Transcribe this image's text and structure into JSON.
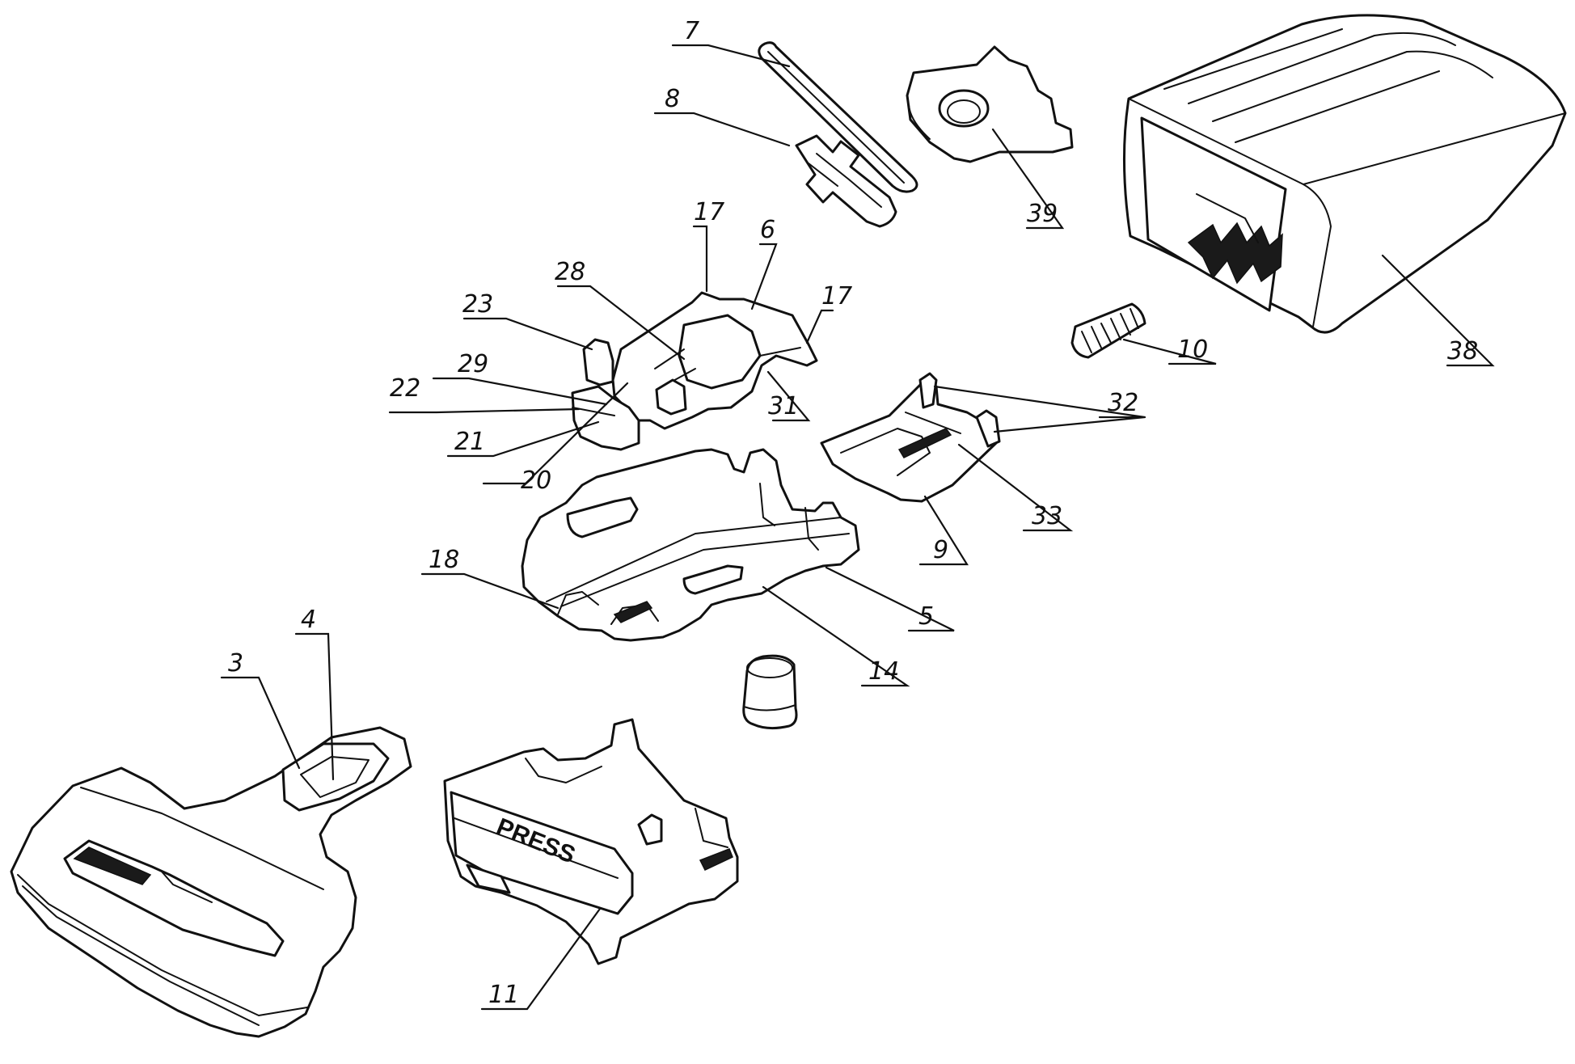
{
  "figure": {
    "press_label": "PRESS",
    "refs": {
      "r3": "3",
      "r4": "4",
      "r5": "5",
      "r6": "6",
      "r7": "7",
      "r8": "8",
      "r9": "9",
      "r10": "10",
      "r11": "11",
      "r14": "14",
      "r17a": "17",
      "r17b": "17",
      "r18": "18",
      "r20": "20",
      "r21": "21",
      "r22": "22",
      "r23": "23",
      "r28": "28",
      "r29": "29",
      "r31": "31",
      "r32": "32",
      "r33": "33",
      "r38": "38",
      "r39": "39"
    }
  }
}
